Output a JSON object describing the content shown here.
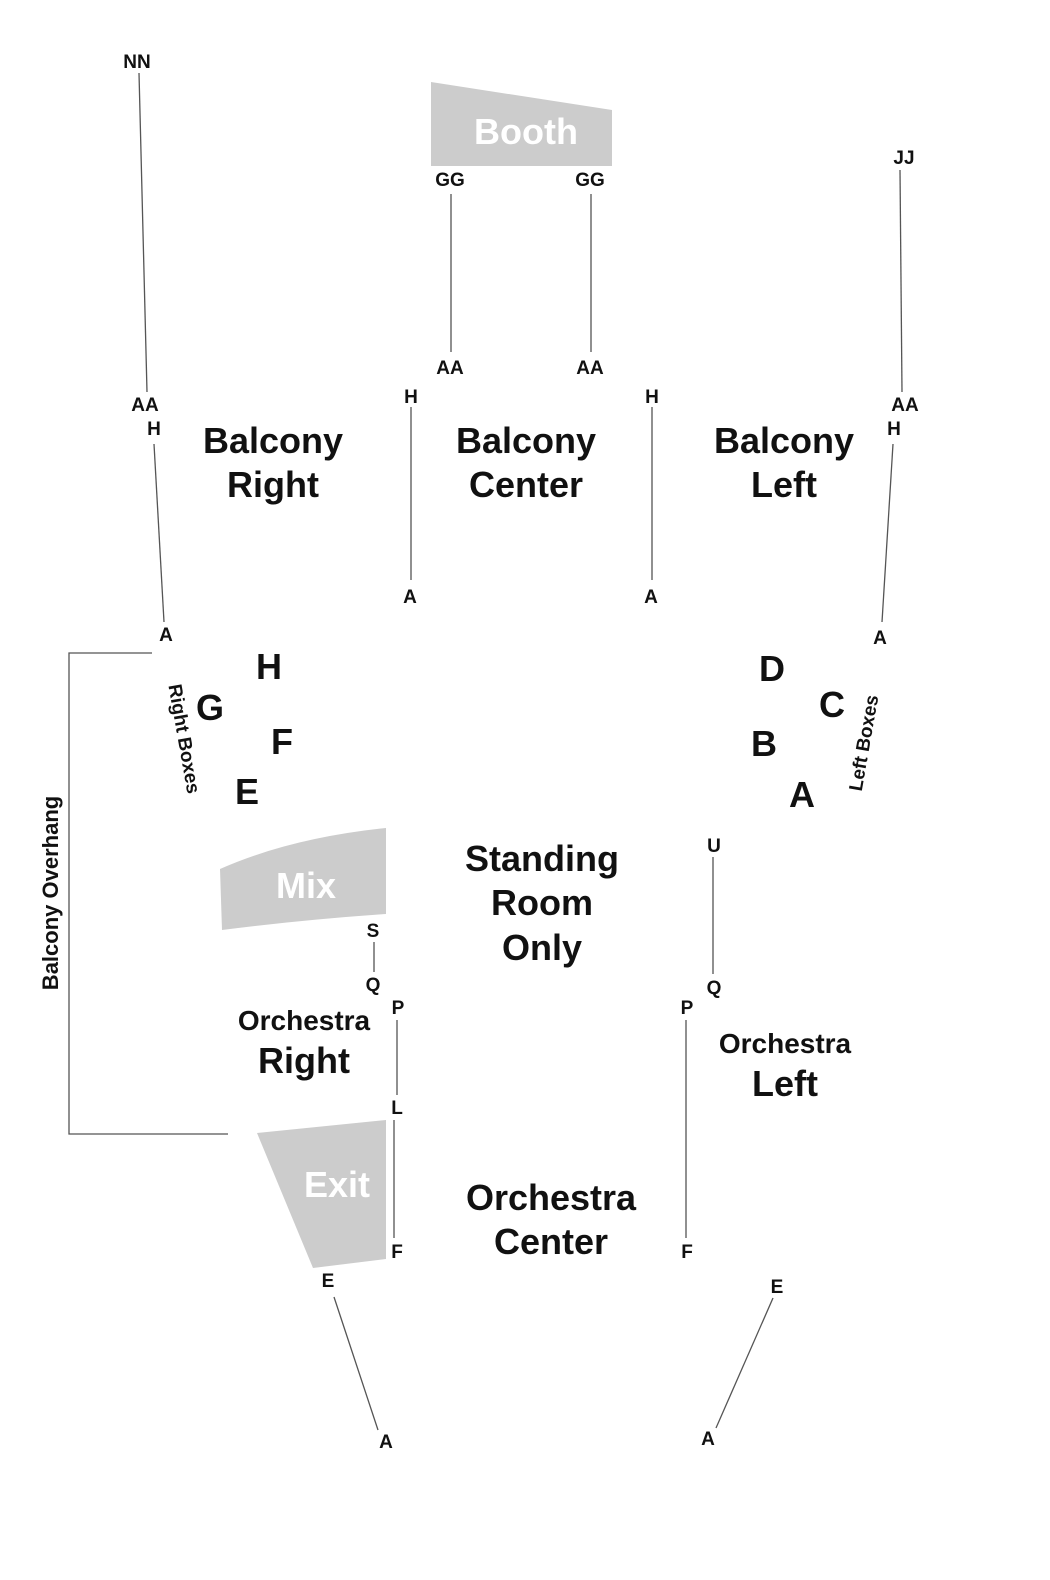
{
  "colors": {
    "background": "#ffffff",
    "text": "#111111",
    "lines": "#555555",
    "blocks": "#cccccc",
    "block_text": "#ffffff"
  },
  "blocks": {
    "booth": "Booth",
    "mix": "Mix",
    "exit": "Exit"
  },
  "sections": {
    "balcony_right": [
      "Balcony",
      "Right"
    ],
    "balcony_center": [
      "Balcony",
      "Center"
    ],
    "balcony_left": [
      "Balcony",
      "Left"
    ],
    "standing": [
      "Standing",
      "Room",
      "Only"
    ],
    "orchestra_right": [
      "Orchestra",
      "Right"
    ],
    "orchestra_left": [
      "Orchestra",
      "Left"
    ],
    "orchestra_center": [
      "Orchestra",
      "Center"
    ],
    "right_boxes": "Right Boxes",
    "left_boxes": "Left Boxes",
    "balcony_overhang": "Balcony Overhang"
  },
  "boxes": {
    "right": [
      "H",
      "G",
      "F",
      "E"
    ],
    "left": [
      "D",
      "C",
      "B",
      "A"
    ]
  },
  "rows": {
    "far_right_top": "NN",
    "far_right_mid": "AA",
    "booth_left": "GG",
    "booth_right": "GG",
    "center_aa_left": "AA",
    "center_aa_right": "AA",
    "far_left_top": "JJ",
    "far_left_mid": "AA",
    "right_h": "H",
    "center_h_left": "H",
    "center_h_right": "H",
    "left_h": "H",
    "right_a": "A",
    "center_a_left": "A",
    "center_a_right": "A",
    "left_a": "A",
    "mix_s": "S",
    "mix_q": "Q",
    "orl_u": "U",
    "orl_q": "Q",
    "orr_p": "P",
    "orl_p": "P",
    "orr_l": "L",
    "orc_f_left": "F",
    "orc_f_right": "F",
    "front_e_left": "E",
    "front_e_right": "E",
    "front_a_left": "A",
    "front_a_right": "A"
  }
}
